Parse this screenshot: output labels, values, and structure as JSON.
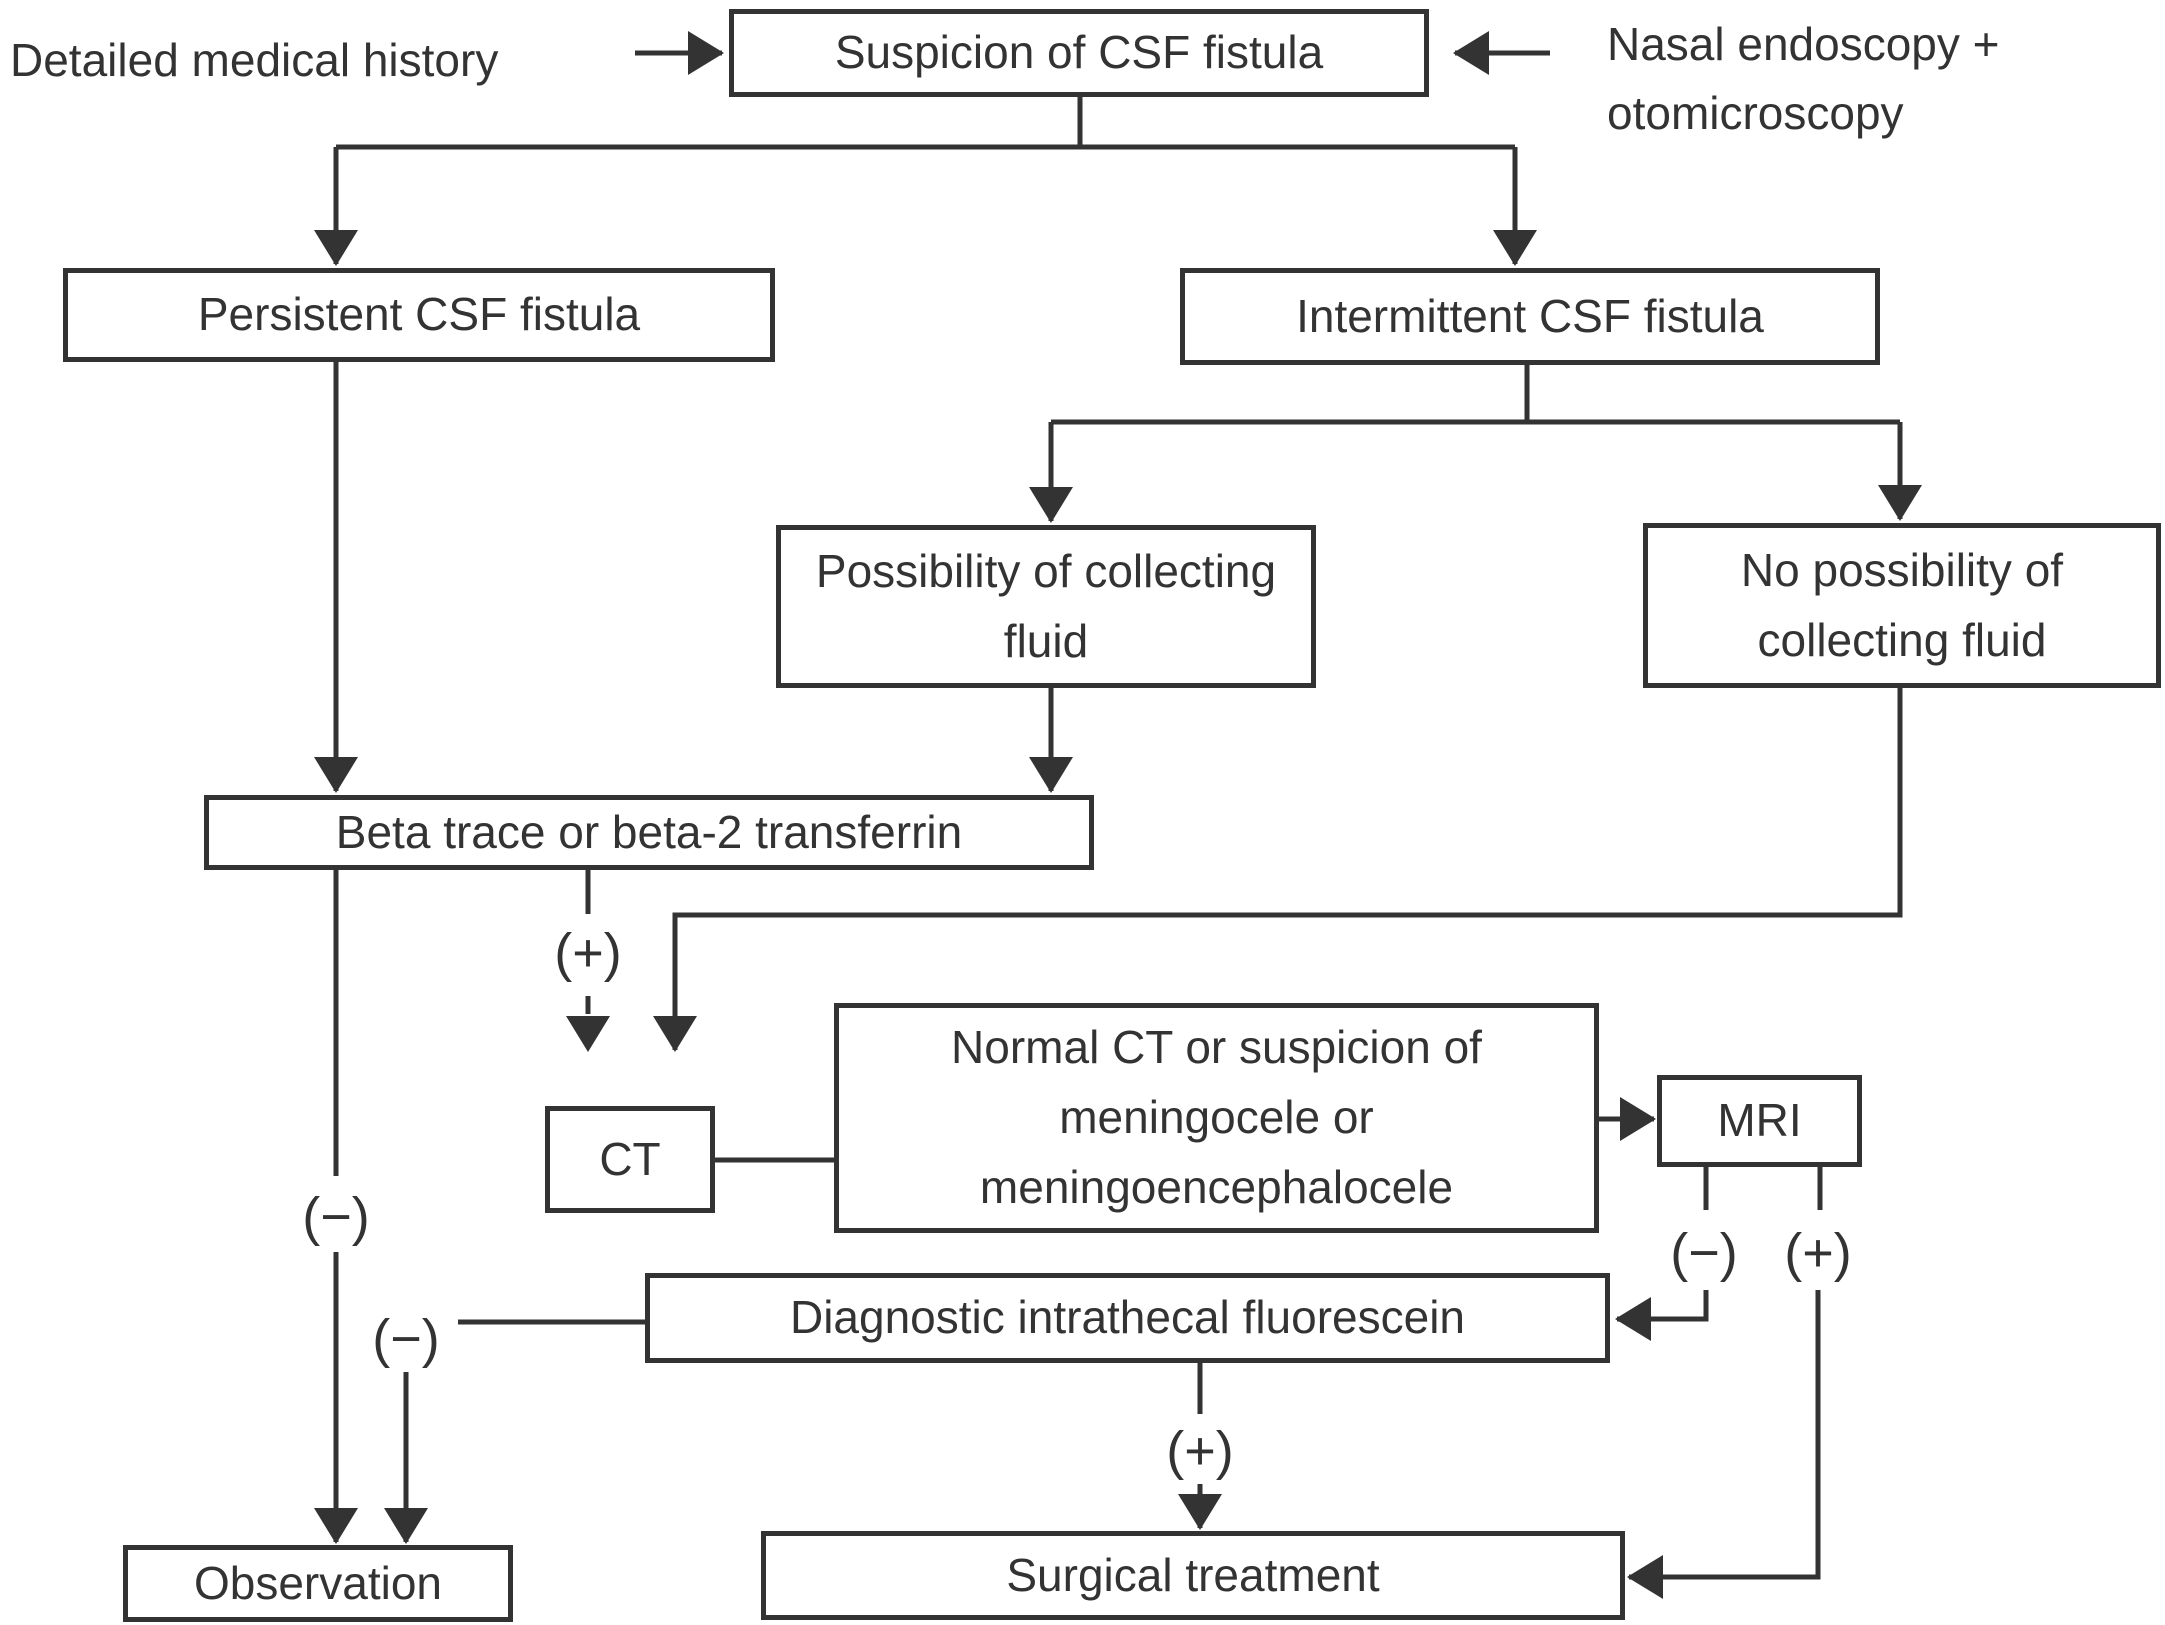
{
  "diagram": {
    "background": "#ffffff",
    "line_color": "#333333",
    "side_labels": {
      "medical_history": "Detailed medical history",
      "endoscopy": "Nasal endoscopy +\notomicroscopy"
    },
    "nodes": {
      "suspicion": "Suspicion of CSF fistula",
      "persistent": "Persistent CSF fistula",
      "intermittent": "Intermittent CSF fistula",
      "possibility": "Possibility of collecting fluid",
      "no_possibility": "No possibility of collecting fluid",
      "beta": "Beta trace or beta-2 transferrin",
      "ct": "CT",
      "normal_ct": "Normal CT or suspicion of meningocele or meningoencephalocele",
      "mri": "MRI",
      "fluorescein": "Diagnostic intrathecal fluorescein",
      "observation": "Observation",
      "surgical": "Surgical treatment"
    },
    "edge_labels": {
      "beta_positive": "(+)",
      "beta_negative": "(−)",
      "fluorescein_negative": "(−)",
      "fluorescein_positive": "(+)",
      "mri_negative": "(−)",
      "mri_positive": "(+)"
    }
  }
}
